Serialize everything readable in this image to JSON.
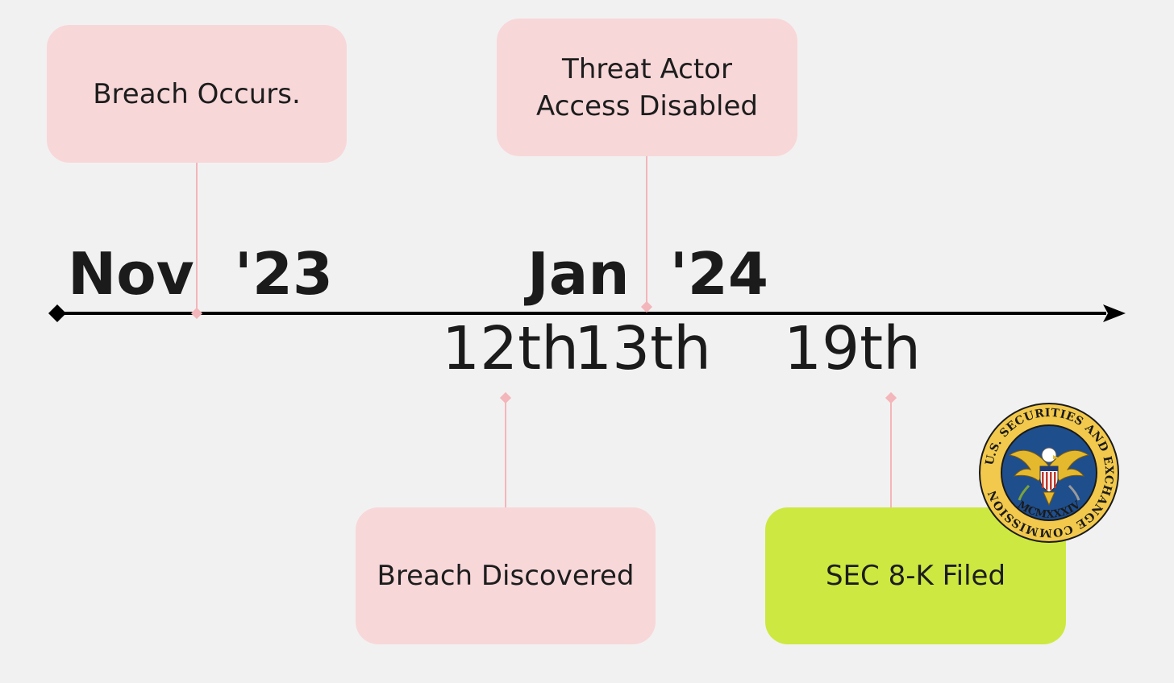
{
  "timeline": {
    "months": [
      {
        "label": "Nov  '23"
      },
      {
        "label": "Jan  '24"
      }
    ],
    "days": [
      {
        "label": "12th"
      },
      {
        "label": "13th"
      },
      {
        "label": "19th"
      }
    ],
    "events": [
      {
        "label": "Breach Occurs.",
        "color": "#f8d7d9"
      },
      {
        "label": "Threat Actor Access Disabled",
        "color": "#f8d7d9"
      },
      {
        "label": "Breach Discovered",
        "color": "#f8d7d9"
      },
      {
        "label": "SEC 8-K Filed",
        "color": "#cde840"
      }
    ]
  },
  "seal": {
    "icon": "sec-seal-icon",
    "ring_text": "U.S. SECURITIES AND EXCHANGE COMMISSION",
    "year_text": "MCMXXXIV"
  },
  "colors": {
    "background": "#f2f1f1",
    "connector": "#f3b6ba",
    "axis": "#000000",
    "seal_gold": "#f2c94c",
    "seal_blue": "#1f4e8c"
  }
}
